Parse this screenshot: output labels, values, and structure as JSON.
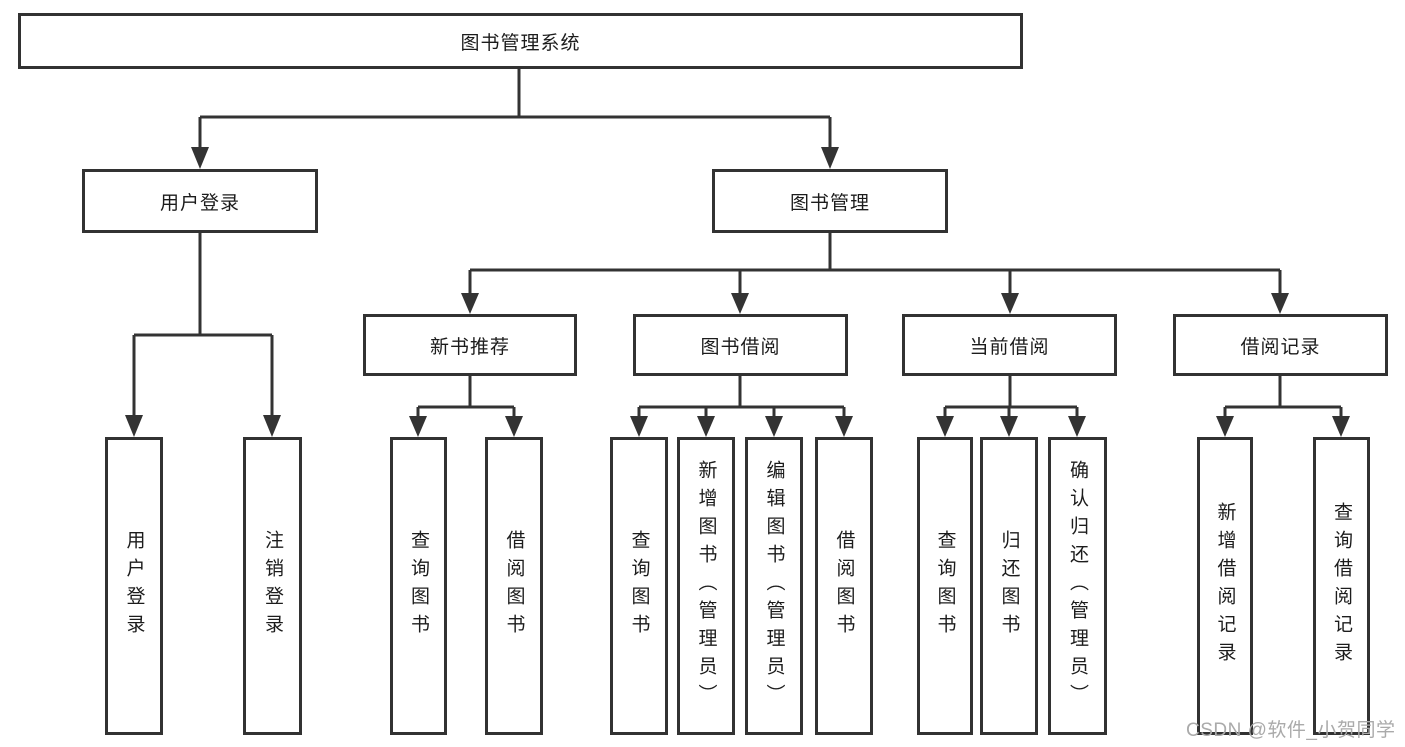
{
  "diagram": {
    "title": "图书管理系统",
    "root": {
      "label": "图书管理系统"
    },
    "level2": [
      {
        "id": "user-login",
        "label": "用户登录"
      },
      {
        "id": "book-management",
        "label": "图书管理"
      }
    ],
    "level3": [
      {
        "id": "new-book-recommend",
        "label": "新书推荐",
        "parent": "book-management"
      },
      {
        "id": "book-borrow",
        "label": "图书借阅",
        "parent": "book-management"
      },
      {
        "id": "current-borrow",
        "label": "当前借阅",
        "parent": "book-management"
      },
      {
        "id": "borrow-records",
        "label": "借阅记录",
        "parent": "book-management"
      }
    ],
    "leaves": [
      {
        "id": "leaf-user-login",
        "label": "用户登录",
        "parent": "user-login"
      },
      {
        "id": "leaf-logout",
        "label": "注销登录",
        "parent": "user-login"
      },
      {
        "id": "leaf-query-book-1",
        "label": "查询图书",
        "parent": "new-book-recommend"
      },
      {
        "id": "leaf-borrow-book-1",
        "label": "借阅图书",
        "parent": "new-book-recommend"
      },
      {
        "id": "leaf-query-book-2",
        "label": "查询图书",
        "parent": "book-borrow"
      },
      {
        "id": "leaf-add-book-admin",
        "label": "新增图书（管理员）",
        "parent": "book-borrow"
      },
      {
        "id": "leaf-edit-book-admin",
        "label": "编辑图书（管理员）",
        "parent": "book-borrow"
      },
      {
        "id": "leaf-borrow-book-2",
        "label": "借阅图书",
        "parent": "book-borrow"
      },
      {
        "id": "leaf-query-book-3",
        "label": "查询图书",
        "parent": "current-borrow"
      },
      {
        "id": "leaf-return-book",
        "label": "归还图书",
        "parent": "current-borrow"
      },
      {
        "id": "leaf-confirm-return-admin",
        "label": "确认归还（管理员）",
        "parent": "current-borrow"
      },
      {
        "id": "leaf-add-borrow-record",
        "label": "新增借阅记录",
        "parent": "borrow-records"
      },
      {
        "id": "leaf-query-borrow-record",
        "label": "查询借阅记录",
        "parent": "borrow-records"
      }
    ]
  },
  "watermark": {
    "text": "CSDN @软件_小贺同学"
  },
  "colors": {
    "line": "#333333",
    "box_border": "#323232",
    "text": "#1c1c1c",
    "watermark": "#aaaaaa",
    "background": "#ffffff"
  }
}
